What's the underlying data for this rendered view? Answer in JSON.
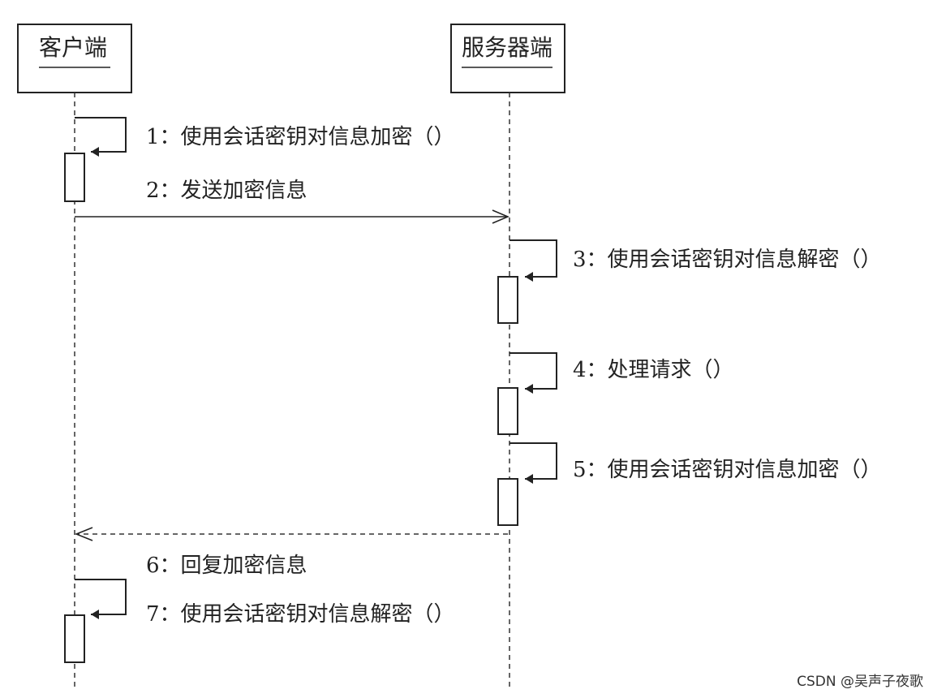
{
  "lifelines": {
    "client": {
      "label": "客户端"
    },
    "server": {
      "label": "服务器端"
    }
  },
  "messages": [
    {
      "label": "1：使用会话密钥对信息加密（）"
    },
    {
      "label": "2：发送加密信息"
    },
    {
      "label": "3：使用会话密钥对信息解密（）"
    },
    {
      "label": "4：处理请求（）"
    },
    {
      "label": "5：使用会话密钥对信息加密（）"
    },
    {
      "label": "6：回复加密信息"
    },
    {
      "label": "7：使用会话密钥对信息解密（）"
    }
  ],
  "watermark": "CSDN @吴声子夜歌"
}
